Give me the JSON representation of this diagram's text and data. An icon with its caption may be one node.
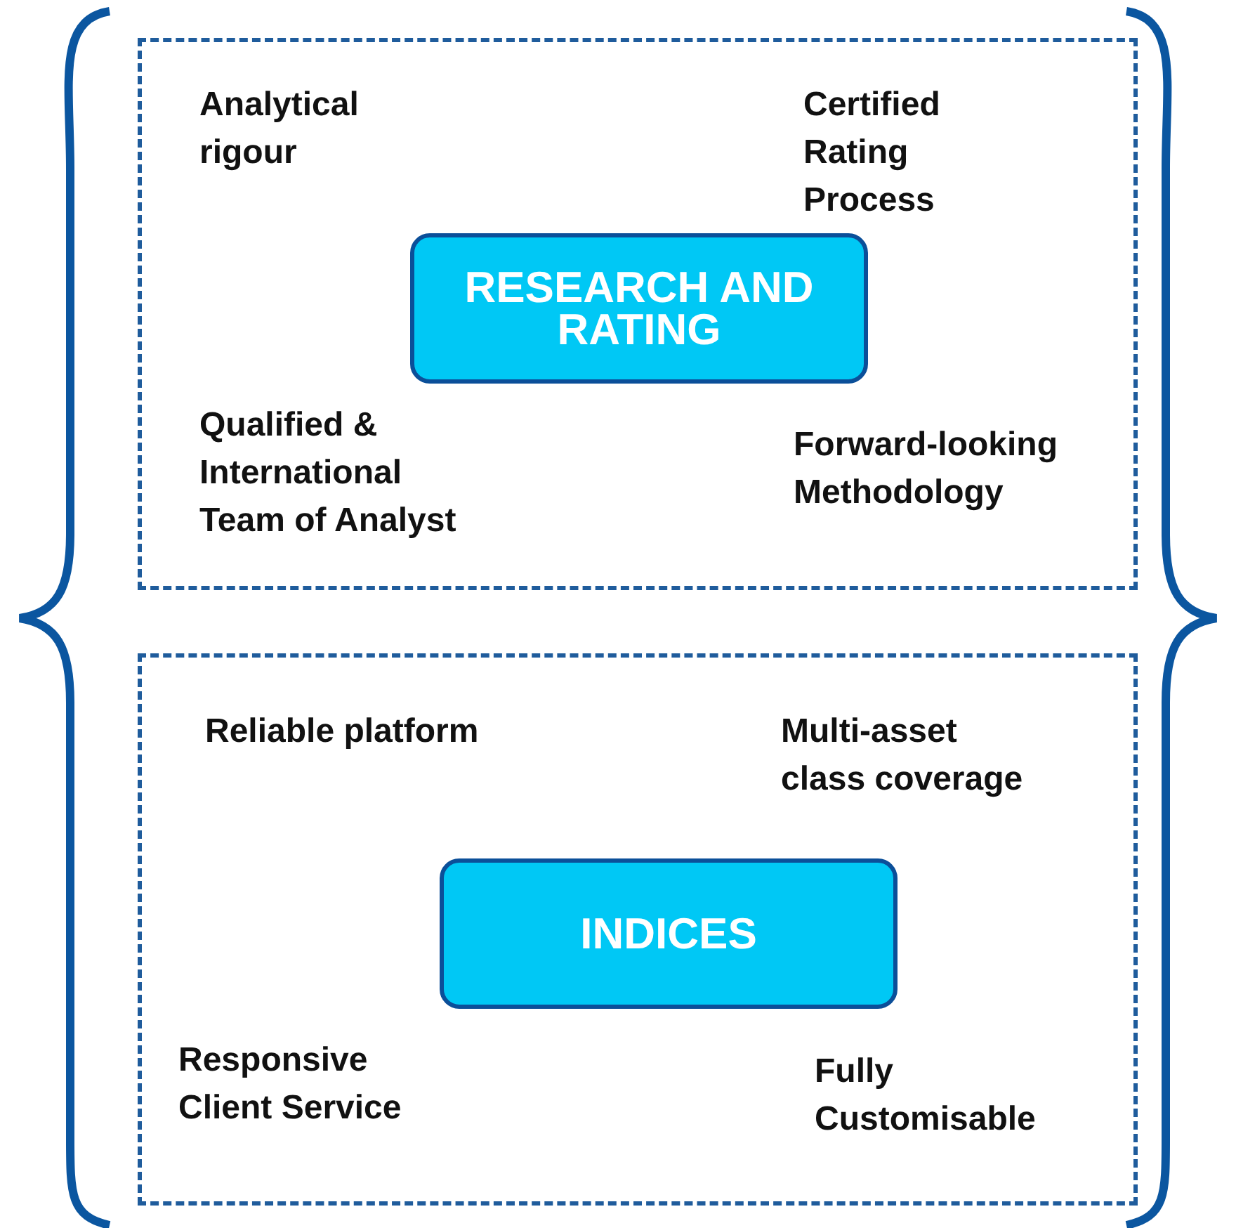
{
  "diagram": {
    "nodes": [
      {
        "text": [],
        "shape": "box"
      },
      {
        "text": [
          "RESEARCH AND RATING"
        ],
        "in": 0
      },
      {
        "text": [],
        "shape": "box"
      },
      {
        "text": [
          "INDICES"
        ],
        "in": 2
      }
    ],
    "labels": [
      "Analytical rigour",
      "Certified Rating Process",
      "Qualified & International Team of Analyst",
      "Forward-looking Methodology",
      "Reliable platform",
      "Multi-asset class coverage",
      "Responsive Client Service",
      "Fully Customisable"
    ]
  }
}
